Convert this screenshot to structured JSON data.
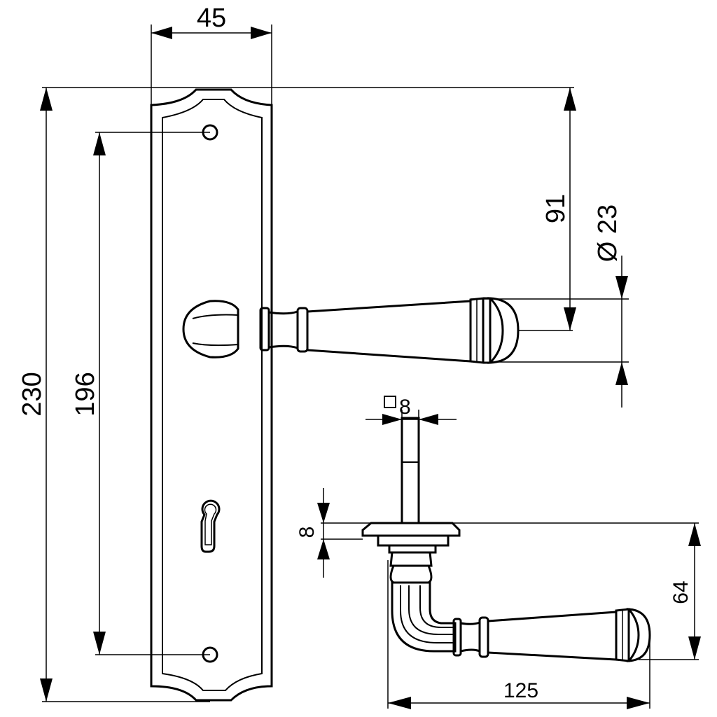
{
  "dimensions": {
    "plate_width": "45",
    "plate_height": "230",
    "hole_spacing": "196",
    "lever_height": "91",
    "rose_diameter": "Ø 23",
    "spindle_square": "8",
    "plate_thickness": "8",
    "lever_projection": "64",
    "lever_length": "125"
  }
}
